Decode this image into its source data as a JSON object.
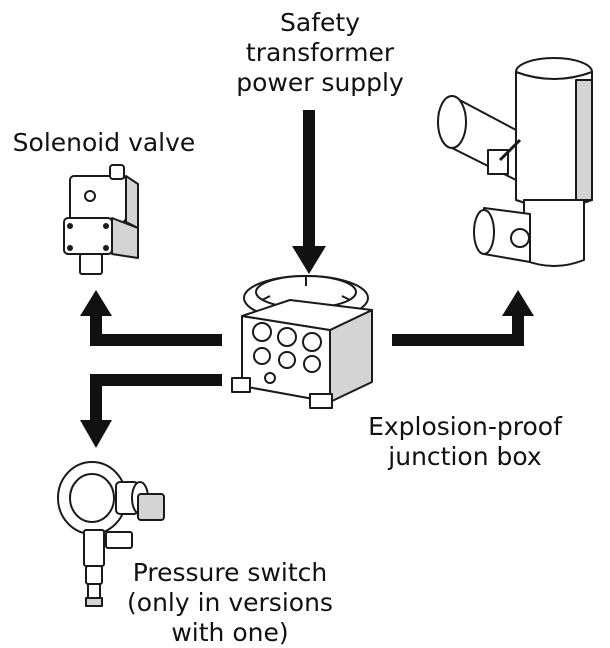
{
  "labels": {
    "power_supply": [
      "Safety",
      "transformer",
      "power supply"
    ],
    "solenoid_valve": [
      "Solenoid valve"
    ],
    "junction_box": [
      "Explosion-proof",
      "junction box"
    ],
    "pressure_switch": [
      "Pressure switch",
      "(only in versions",
      "with one)"
    ]
  },
  "colors": {
    "arrow": "#111111",
    "outline": "#1a1a1a",
    "fill": "#ffffff",
    "shade": "#d4d4d4"
  }
}
